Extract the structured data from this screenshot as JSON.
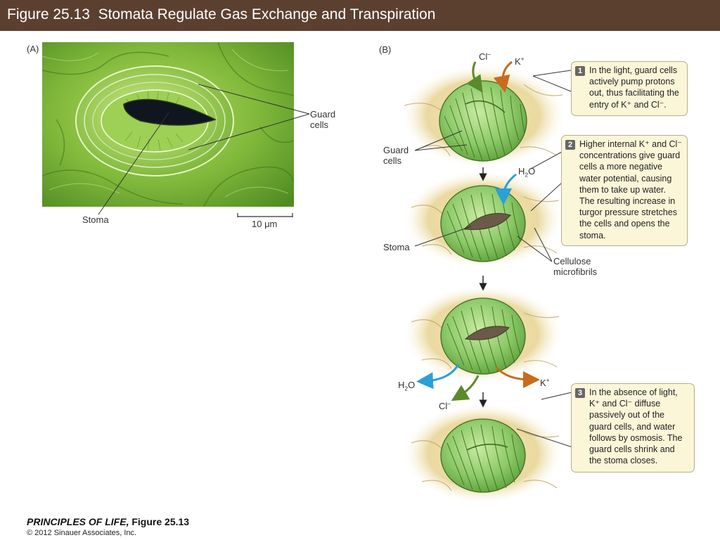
{
  "header": {
    "title": "Figure 25.13  Stomata Regulate Gas Exchange and Transpiration"
  },
  "panel_a": {
    "label": "(A)",
    "guard_cells_label_1": "Guard",
    "guard_cells_label_2": "cells",
    "stoma_label": "Stoma",
    "scale_bar_label": "10 μm"
  },
  "panel_b": {
    "label": "(B)",
    "ion_cl": "Cl",
    "ion_cl_sup": "–",
    "ion_k": "K",
    "ion_k_sup": "+",
    "water_h": "H",
    "water_sub": "2",
    "water_o": "O",
    "guard_cells_label_1": "Guard",
    "guard_cells_label_2": "cells",
    "stoma_label": "Stoma",
    "cellulose_label_1": "Cellulose",
    "cellulose_label_2": "microfibrils",
    "callouts": [
      {
        "number": "1",
        "lines": [
          "In the light, guard cells",
          "actively pump protons",
          "out, thus facilitating the",
          "entry of K⁺ and Cl⁻."
        ]
      },
      {
        "number": "2",
        "lines": [
          "Higher internal K⁺ and Cl⁻",
          "concentrations give guard",
          "cells a more negative",
          "water potential, causing",
          "them to take up water.",
          "The resulting increase in",
          "turgor pressure stretches",
          "the cells and opens the",
          "stoma."
        ]
      },
      {
        "number": "3",
        "lines": [
          "In the absence of light,",
          "K⁺ and Cl⁻ diffuse",
          "passively out of the",
          "guard cells, and water",
          "follows by osmosis. The",
          "guard cells shrink and",
          "the stoma closes."
        ]
      }
    ]
  },
  "footer": {
    "book": "PRINCIPLES OF LIFE,",
    "figure": "Figure 25.13",
    "copyright": "© 2012 Sinauer Associates, Inc."
  },
  "colors": {
    "header_bg": "#5b4030",
    "guard_cell_green": "#8cc968",
    "cl_arrow": "#5a8a2a",
    "k_arrow": "#c86b1e",
    "water_arrow": "#2aa0d8",
    "callout_bg": "#fbf6d8"
  }
}
